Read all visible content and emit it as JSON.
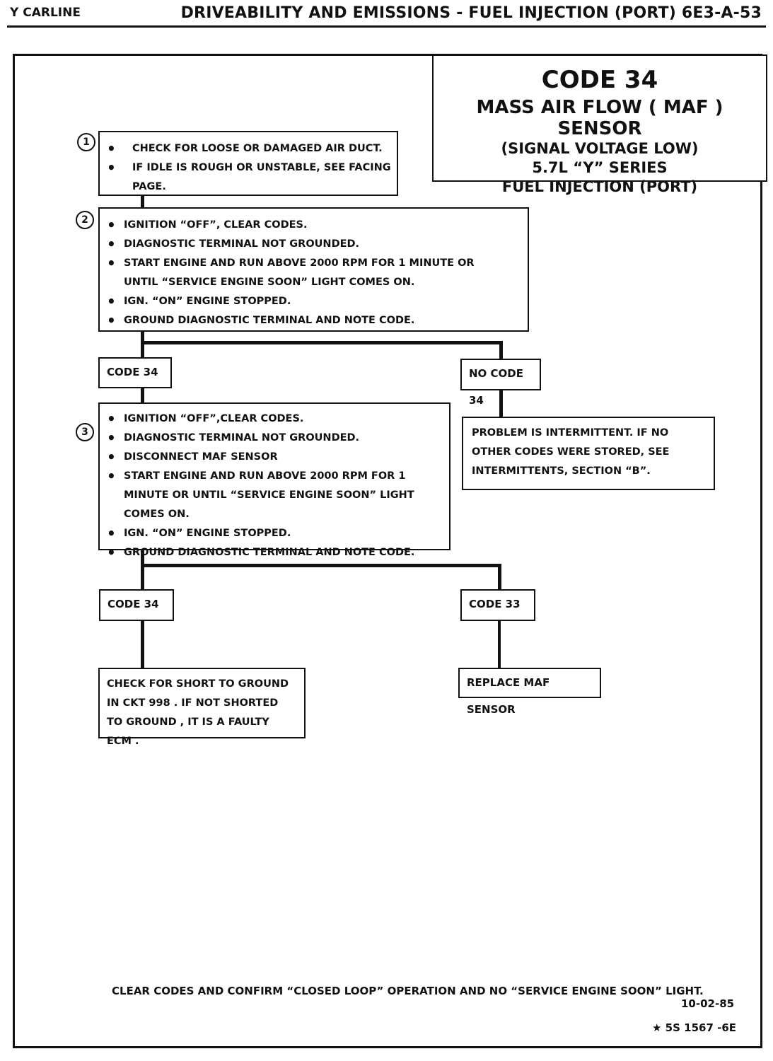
{
  "header": {
    "left": "Y CARLINE",
    "right": "DRIVEABILITY AND EMISSIONS - FUEL INJECTION (PORT)  6E3-A-53"
  },
  "title": {
    "code": "CODE 34",
    "line1": "MASS  AIR  FLOW ( MAF ) SENSOR",
    "line2": "(SIGNAL VOLTAGE LOW)",
    "line3": "5.7L “Y” SERIES",
    "line4": "FUEL INJECTION (PORT)"
  },
  "step1": {
    "number": "1",
    "items": [
      "CHECK FOR LOOSE OR DAMAGED AIR DUCT.",
      "IF IDLE IS ROUGH OR UNSTABLE, SEE FACING PAGE."
    ]
  },
  "step2": {
    "number": "2",
    "items": [
      "IGNITION “OFF”, CLEAR CODES.",
      "DIAGNOSTIC TERMINAL NOT GROUNDED.",
      "START  ENGINE AND RUN ABOVE 2000 RPM FOR 1 MINUTE OR UNTIL “SERVICE ENGINE SOON” LIGHT COMES ON.",
      "IGN. “ON” ENGINE STOPPED.",
      "GROUND DIAGNOSTIC TERMINAL AND NOTE CODE."
    ]
  },
  "branch1": {
    "left_label": "CODE 34",
    "right_label": "NO CODE 34",
    "right_result": "PROBLEM IS INTERMITTENT.  IF NO OTHER CODES WERE STORED, SEE INTERMITTENTS, SECTION “B”."
  },
  "step3": {
    "number": "3",
    "items": [
      "IGNITION “OFF”,CLEAR CODES.",
      "DIAGNOSTIC TERMINAL NOT GROUNDED.",
      "DISCONNECT MAF SENSOR",
      "START  ENGINE AND RUN ABOVE 2000 RPM FOR 1 MINUTE OR UNTIL “SERVICE ENGINE SOON” LIGHT COMES ON.",
      "IGN. “ON” ENGINE STOPPED.",
      "GROUND DIAGNOSTIC TERMINAL AND NOTE CODE."
    ]
  },
  "branch2": {
    "left_label": "CODE 34",
    "left_result": "CHECK FOR SHORT TO GROUND IN CKT 998 . IF NOT SHORTED TO GROUND , IT IS A FAULTY ECM .",
    "right_label": "CODE 33",
    "right_result": "REPLACE MAF SENSOR"
  },
  "footer": {
    "note": "CLEAR CODES AND CONFIRM “CLOSED LOOP”  OPERATION AND NO “SERVICE ENGINE SOON” LIGHT.",
    "date": "10-02-85",
    "doc_number": "★  5S 1567 -6E"
  }
}
